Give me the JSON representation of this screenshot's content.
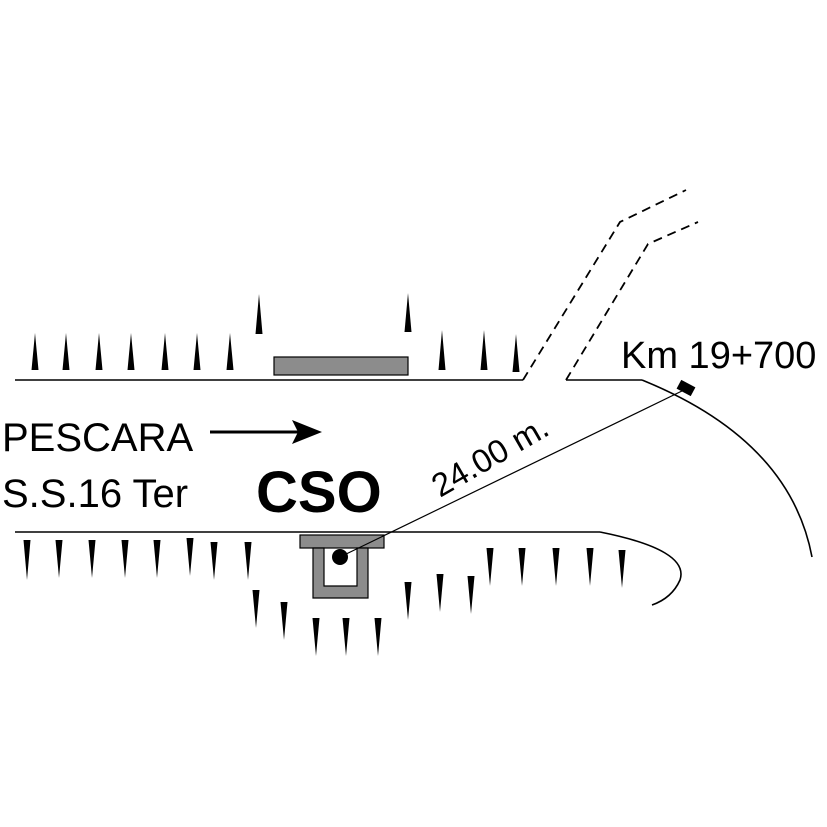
{
  "labels": {
    "city": "PESCARA",
    "road": "S.S.16 Ter",
    "station_code": "CSO",
    "distance": "24.00 m.",
    "kilometer": "Km 19+700"
  },
  "colors": {
    "ink": "#000000",
    "structure_gray": "#8c8c8c",
    "background": "#ffffff"
  }
}
